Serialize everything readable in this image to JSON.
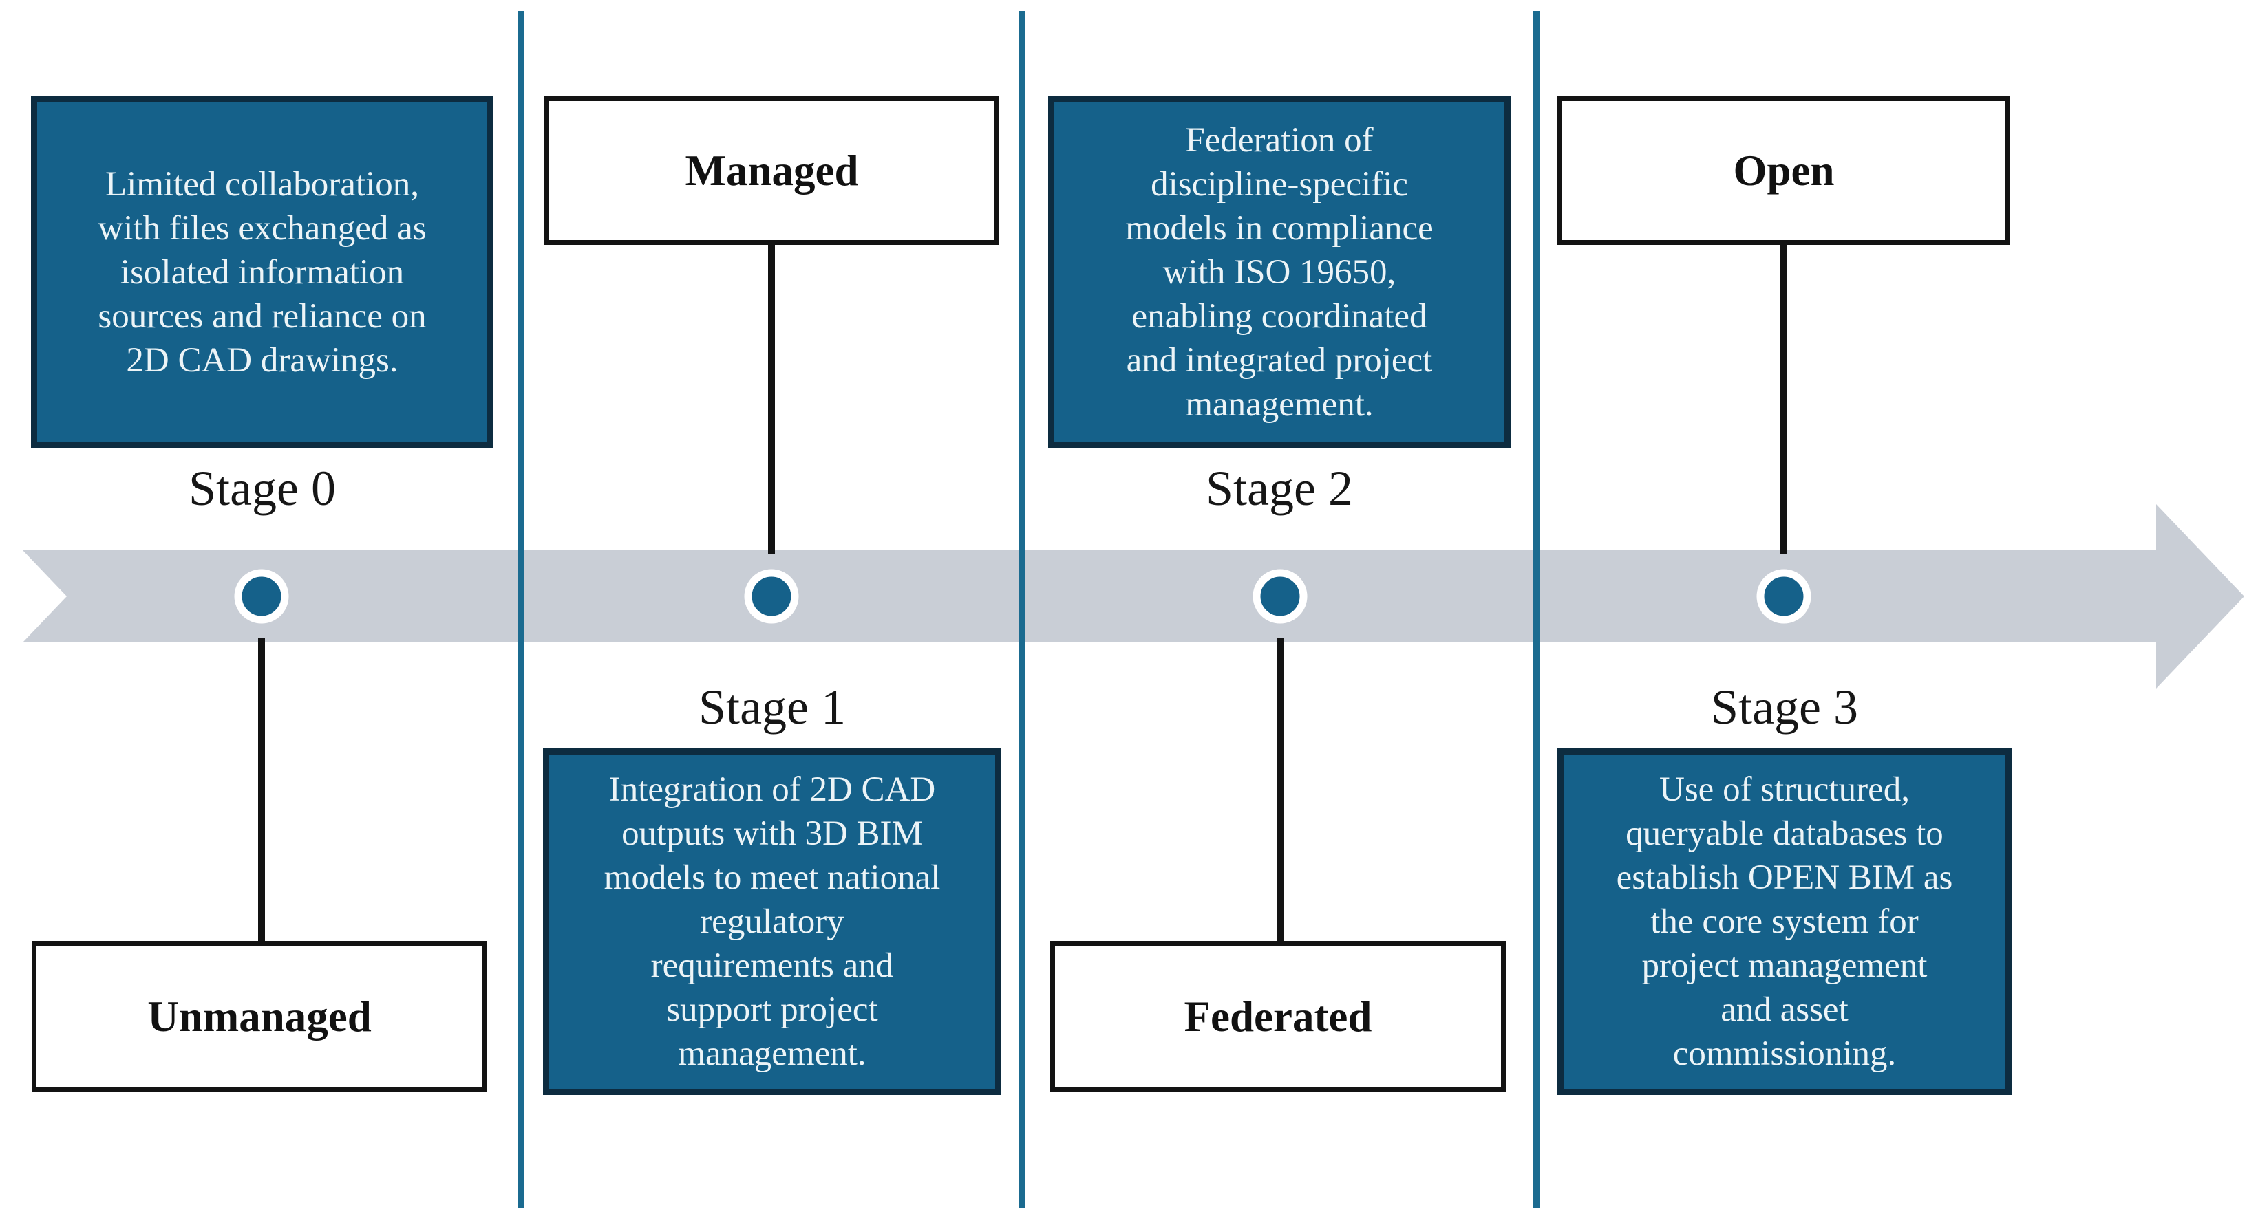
{
  "diagram": {
    "kind": "timeline",
    "arrow_direction": "right"
  },
  "colors": {
    "teal_box_fill": "#15618a",
    "teal_box_border": "#0d2c40",
    "divider_teal": "#1b6b90",
    "arrow_band_gray": "#c9ced6",
    "marker_teal": "#15618a",
    "marker_ring_white": "#ffffff",
    "white_box_border": "#131313",
    "connector_black": "#131313",
    "description_text": "#ecf4f7",
    "label_text": "#161616"
  },
  "stages": [
    {
      "label": "Stage 0",
      "box_label": "Unmanaged",
      "description": "Limited collaboration,\nwith files exchanged as\nisolated information\nsources and reliance on\n2D CAD drawings."
    },
    {
      "label": "Stage 1",
      "box_label": "Managed",
      "description": "Integration of 2D CAD\noutputs with 3D BIM\nmodels to meet national\nregulatory\nrequirements and\nsupport project\nmanagement."
    },
    {
      "label": "Stage 2",
      "box_label": "Federated",
      "description": "Federation of\ndiscipline-specific\nmodels in compliance\nwith ISO 19650,\nenabling coordinated\nand integrated  project\nmanagement."
    },
    {
      "label": "Stage 3",
      "box_label": "Open",
      "description": "Use of structured,\nqueryable databases to\nestablish OPEN BIM as\nthe core system for\nproject management\nand asset\ncommissioning."
    }
  ]
}
